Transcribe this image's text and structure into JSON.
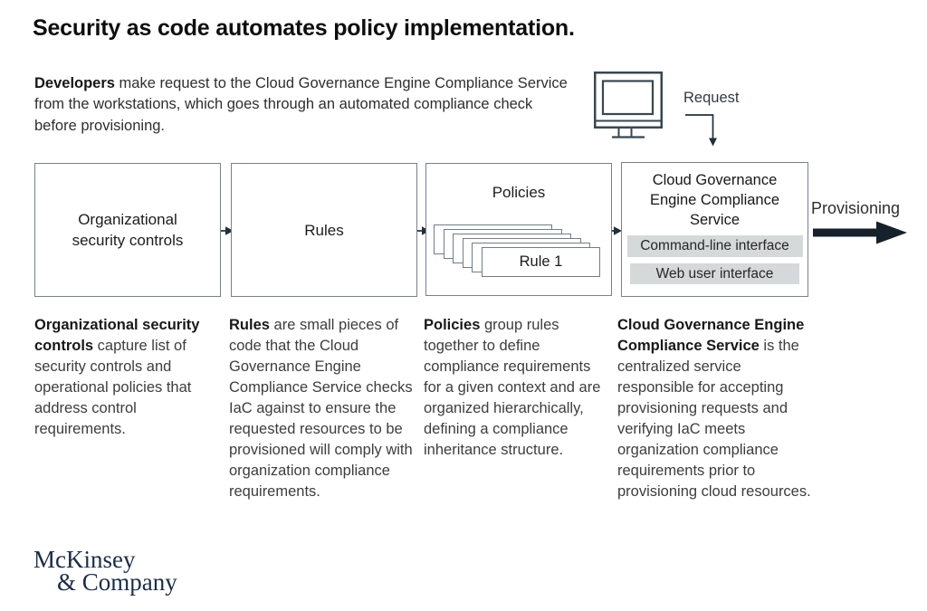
{
  "title": "Security as code automates policy implementation.",
  "intro": {
    "lead": "Developers",
    "line1_rest": " make request to the Cloud Governance Engine Compliance Service",
    "line2": "from the workstations, which goes through an automated compliance check",
    "line3": "before provisioning."
  },
  "workstation": {
    "icon": "monitor-icon",
    "request_label": "Request"
  },
  "flow": {
    "box1_label": "Organizational security controls",
    "box2_label": "Rules",
    "box3_label": "Policies",
    "rule_stack_count": 6,
    "rule_card_label": "Rule 1",
    "box4_title": "Cloud Governance Engine Compliance Service",
    "box4_bars": [
      "Command-line interface",
      "Web user interface"
    ],
    "provisioning_label": "Provisioning"
  },
  "descriptions": [
    {
      "lead": "Organizational security controls",
      "rest": " capture list of security controls and operational policies that address control requirements."
    },
    {
      "lead": "Rules",
      "rest": " are small pieces of code that the Cloud Governance Engine Compliance Service checks IaC against to ensure the requested resources to be provisioned will comply with organization compliance requirements."
    },
    {
      "lead": "Policies",
      "rest": " group rules together to define compliance requirements for a given context and are organized hierarchically, defining a compliance inheritance structure."
    },
    {
      "lead": "Cloud Governance Engine Compliance Service",
      "rest": " is the centralized service responsible for accepting provisioning requests and verifying IaC meets organization compliance requirements prior to provisioning cloud resources."
    }
  ],
  "logo": {
    "line1": "McKinsey",
    "line2": "& Company"
  },
  "colors": {
    "box_border": "#78828a",
    "bar_gray": "#d5d9da",
    "arrow_dark": "#232f3a",
    "thick_arrow_navy": "#16212b",
    "logo_navy": "#1c2d45",
    "icon_stroke": "#3a4650"
  }
}
